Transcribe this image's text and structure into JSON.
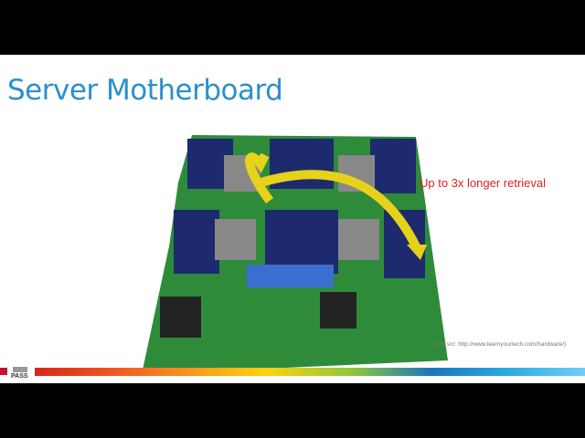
{
  "slide": {
    "title": "Server Motherboard",
    "callout": "Up to 3x longer retrieval",
    "image_source": "(Img src: http://www.learnyourtech.com/hardware/)",
    "logo_text": "PASS"
  },
  "colors": {
    "title": "#2a8fd0",
    "callout": "#e0201c",
    "board": "#2e8b3a",
    "arrow": "#e6d21a"
  }
}
